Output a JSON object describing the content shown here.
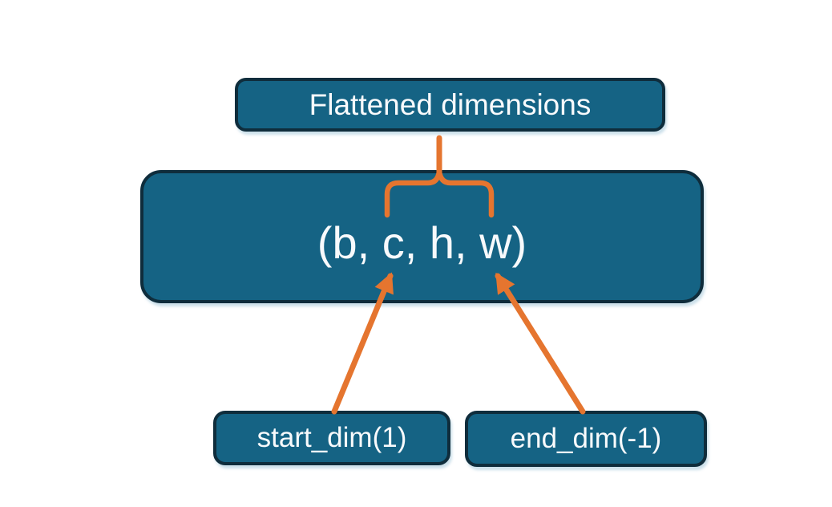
{
  "colors": {
    "background": "#ffffff",
    "box_fill": "#156384",
    "box_border": "#0f2d3c",
    "accent_orange": "#e5752f",
    "box_text": "#f8fafc"
  },
  "diagram": {
    "flattened_label": "Flattened dimensions",
    "tensor_shape": "(b, c, h, w)",
    "start_dim_label": "start_dim(1)",
    "end_dim_label": "end_dim(-1)"
  }
}
